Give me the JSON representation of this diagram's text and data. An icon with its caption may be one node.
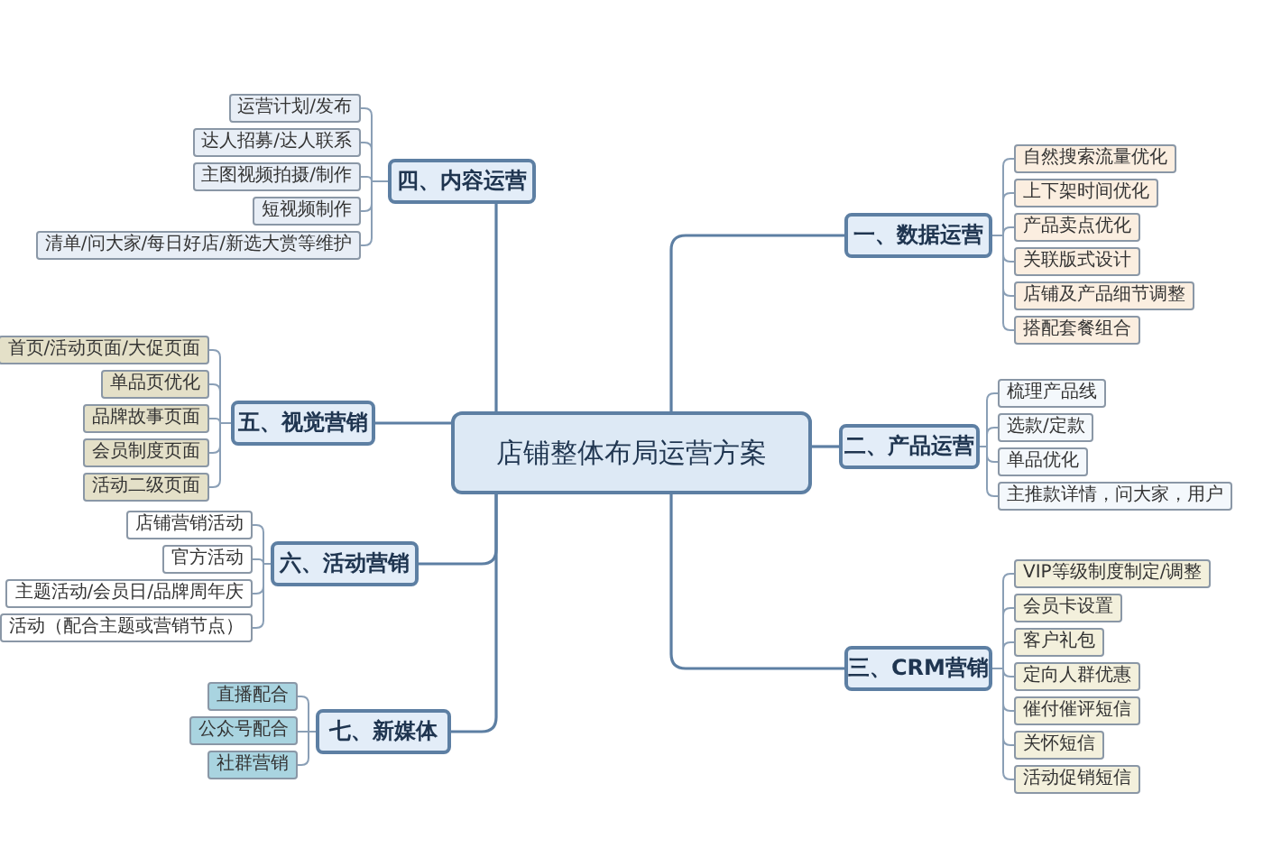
{
  "diagram": {
    "nodes": [
      {
        "text": [
          "店铺整体布局运营方案"
        ]
      },
      {
        "text": [
          "一、数据运营"
        ]
      },
      {
        "text": [
          "自然搜索流量优化"
        ]
      },
      {
        "text": [
          "上下架时间优化"
        ]
      },
      {
        "text": [
          "产品卖点优化"
        ]
      },
      {
        "text": [
          "关联版式设计"
        ]
      },
      {
        "text": [
          "店铺及产品细节调整"
        ]
      },
      {
        "text": [
          "搭配套餐组合"
        ]
      },
      {
        "text": [
          "二、产品运营"
        ]
      },
      {
        "text": [
          "梳理产品线"
        ]
      },
      {
        "text": [
          "选款/定款"
        ]
      },
      {
        "text": [
          "单品优化"
        ]
      },
      {
        "text": [
          "主推款详情，问大家，用户"
        ]
      },
      {
        "text": [
          "三、CRM营销"
        ]
      },
      {
        "text": [
          "VIP等级制度制定/调整"
        ]
      },
      {
        "text": [
          "会员卡设置"
        ]
      },
      {
        "text": [
          "客户礼包"
        ]
      },
      {
        "text": [
          "定向人群优惠"
        ]
      },
      {
        "text": [
          "催付催评短信"
        ]
      },
      {
        "text": [
          "关怀短信"
        ]
      },
      {
        "text": [
          "活动促销短信"
        ]
      },
      {
        "text": [
          "四、内容运营"
        ]
      },
      {
        "text": [
          "运营计划/发布"
        ]
      },
      {
        "text": [
          "达人招募/达人联系"
        ]
      },
      {
        "text": [
          "主图视频拍摄/制作"
        ]
      },
      {
        "text": [
          "短视频制作"
        ]
      },
      {
        "text": [
          "清单/问大家/每日好店/新选大赏等维护"
        ]
      },
      {
        "text": [
          "五、视觉营销"
        ]
      },
      {
        "text": [
          "首页/活动页面/大促页面"
        ]
      },
      {
        "text": [
          "单品页优化"
        ]
      },
      {
        "text": [
          "品牌故事页面"
        ]
      },
      {
        "text": [
          "会员制度页面"
        ]
      },
      {
        "text": [
          "活动二级页面"
        ]
      },
      {
        "text": [
          "六、活动营销"
        ]
      },
      {
        "text": [
          "店铺营销活动"
        ]
      },
      {
        "text": [
          "官方活动"
        ]
      },
      {
        "text": [
          "主题活动/会员日/品牌周年庆"
        ]
      },
      {
        "text": [
          "活动（配合主题或营销节点）"
        ]
      },
      {
        "text": [
          "七、新媒体"
        ]
      },
      {
        "text": [
          "直播配合"
        ]
      },
      {
        "text": [
          "公众号配合"
        ]
      },
      {
        "text": [
          "社群营销"
        ]
      }
    ],
    "edges": [
      {
        "from": 0,
        "to": 1,
        "arrow": "none"
      },
      {
        "from": 1,
        "to": 2,
        "arrow": "none"
      },
      {
        "from": 1,
        "to": 3,
        "arrow": "none"
      },
      {
        "from": 1,
        "to": 4,
        "arrow": "none"
      },
      {
        "from": 1,
        "to": 5,
        "arrow": "none"
      },
      {
        "from": 1,
        "to": 6,
        "arrow": "none"
      },
      {
        "from": 1,
        "to": 7,
        "arrow": "none"
      },
      {
        "from": 0,
        "to": 8,
        "arrow": "none"
      },
      {
        "from": 8,
        "to": 9,
        "arrow": "none"
      },
      {
        "from": 8,
        "to": 10,
        "arrow": "none"
      },
      {
        "from": 8,
        "to": 11,
        "arrow": "none"
      },
      {
        "from": 8,
        "to": 12,
        "arrow": "none"
      },
      {
        "from": 0,
        "to": 13,
        "arrow": "none"
      },
      {
        "from": 13,
        "to": 14,
        "arrow": "none"
      },
      {
        "from": 13,
        "to": 15,
        "arrow": "none"
      },
      {
        "from": 13,
        "to": 16,
        "arrow": "none"
      },
      {
        "from": 13,
        "to": 17,
        "arrow": "none"
      },
      {
        "from": 13,
        "to": 18,
        "arrow": "none"
      },
      {
        "from": 13,
        "to": 19,
        "arrow": "none"
      },
      {
        "from": 13,
        "to": 20,
        "arrow": "none"
      },
      {
        "from": 0,
        "to": 21,
        "arrow": "none"
      },
      {
        "from": 21,
        "to": 22,
        "arrow": "none"
      },
      {
        "from": 21,
        "to": 23,
        "arrow": "none"
      },
      {
        "from": 21,
        "to": 24,
        "arrow": "none"
      },
      {
        "from": 21,
        "to": 25,
        "arrow": "none"
      },
      {
        "from": 21,
        "to": 26,
        "arrow": "none"
      },
      {
        "from": 0,
        "to": 27,
        "arrow": "none"
      },
      {
        "from": 27,
        "to": 28,
        "arrow": "none"
      },
      {
        "from": 27,
        "to": 29,
        "arrow": "none"
      },
      {
        "from": 27,
        "to": 30,
        "arrow": "none"
      },
      {
        "from": 27,
        "to": 31,
        "arrow": "none"
      },
      {
        "from": 27,
        "to": 32,
        "arrow": "none"
      },
      {
        "from": 0,
        "to": 33,
        "arrow": "none"
      },
      {
        "from": 33,
        "to": 34,
        "arrow": "none"
      },
      {
        "from": 33,
        "to": 35,
        "arrow": "none"
      },
      {
        "from": 33,
        "to": 36,
        "arrow": "none"
      },
      {
        "from": 33,
        "to": 37,
        "arrow": "none"
      },
      {
        "from": 0,
        "to": 38,
        "arrow": "none"
      },
      {
        "from": 38,
        "to": 39,
        "arrow": "none"
      },
      {
        "from": 38,
        "to": 40,
        "arrow": "none"
      },
      {
        "from": 38,
        "to": 41,
        "arrow": "none"
      }
    ]
  }
}
